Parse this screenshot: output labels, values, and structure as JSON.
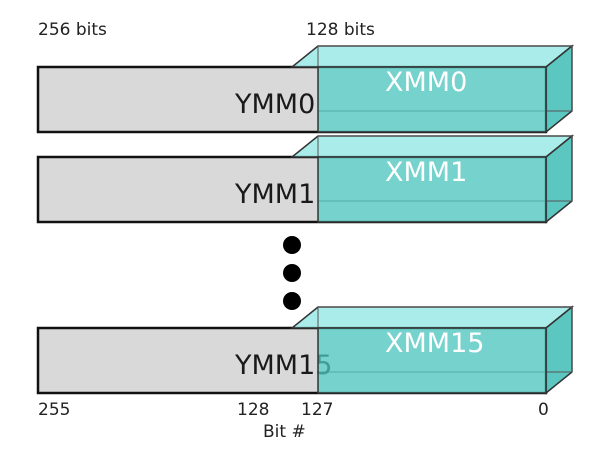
{
  "header": {
    "label_256": "256 bits",
    "label_128": "128 bits"
  },
  "registers": [
    {
      "ymm": "YMM0",
      "xmm": "XMM0"
    },
    {
      "ymm": "YMM1",
      "xmm": "XMM1"
    },
    {
      "ymm": "YMM15",
      "xmm": "XMM15"
    }
  ],
  "ellipsis_count": 3,
  "bit_axis": {
    "b255": "255",
    "b128": "128",
    "b127": "127",
    "b0": "0",
    "caption": "Bit #"
  },
  "colors": {
    "ymm_fill": "#d9d9d9",
    "xmm_front": "#4fcfc8",
    "xmm_top": "#8de6e1",
    "xmm_side": "#3fbdb6",
    "outline": "#111111"
  }
}
